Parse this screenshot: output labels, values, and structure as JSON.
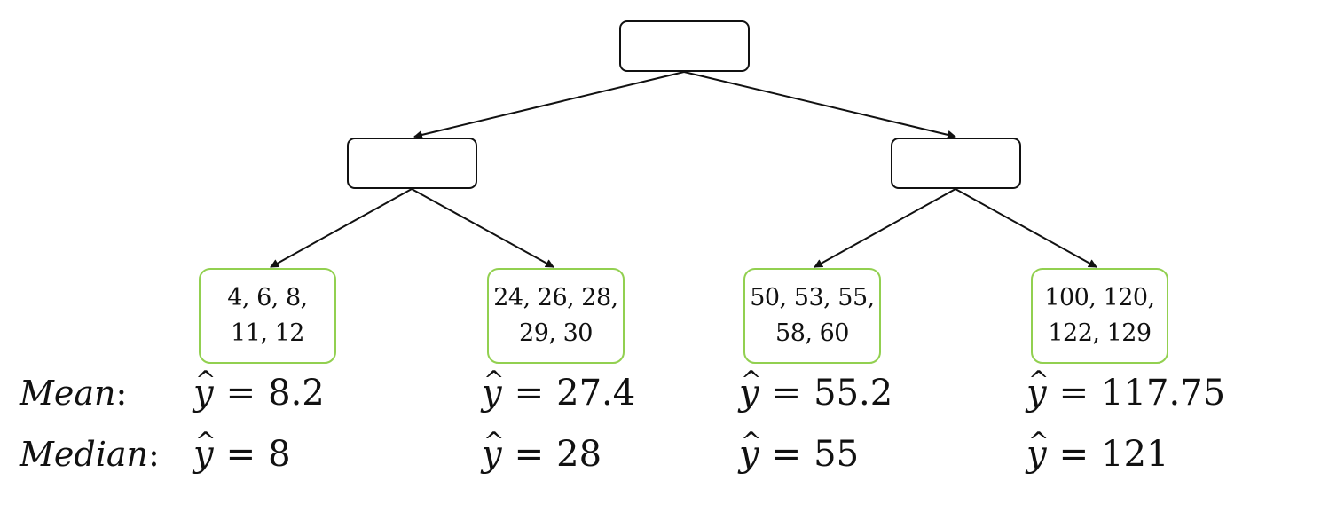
{
  "tree": {
    "root": {
      "label": ""
    },
    "internal_nodes": [
      {
        "label": ""
      },
      {
        "label": ""
      }
    ],
    "leaves": [
      {
        "line1": "4, 6, 8,",
        "line2": "11, 12"
      },
      {
        "line1": "24, 26, 28,",
        "line2": "29, 30"
      },
      {
        "line1": "50, 53, 55,",
        "line2": "58, 60"
      },
      {
        "line1": "100, 120,",
        "line2": "122, 129"
      }
    ],
    "leaf_border_color": "#92d050",
    "node_border_color": "#111111"
  },
  "rows": {
    "mean": {
      "label": "Mean",
      "colon": ":",
      "symbol": "y",
      "equals": "=",
      "values": [
        "8.2",
        "27.4",
        "55.2",
        "117.75"
      ]
    },
    "median": {
      "label": "Median",
      "colon": ":",
      "symbol": "y",
      "equals": "=",
      "values": [
        "8",
        "28",
        "55",
        "121"
      ]
    }
  }
}
